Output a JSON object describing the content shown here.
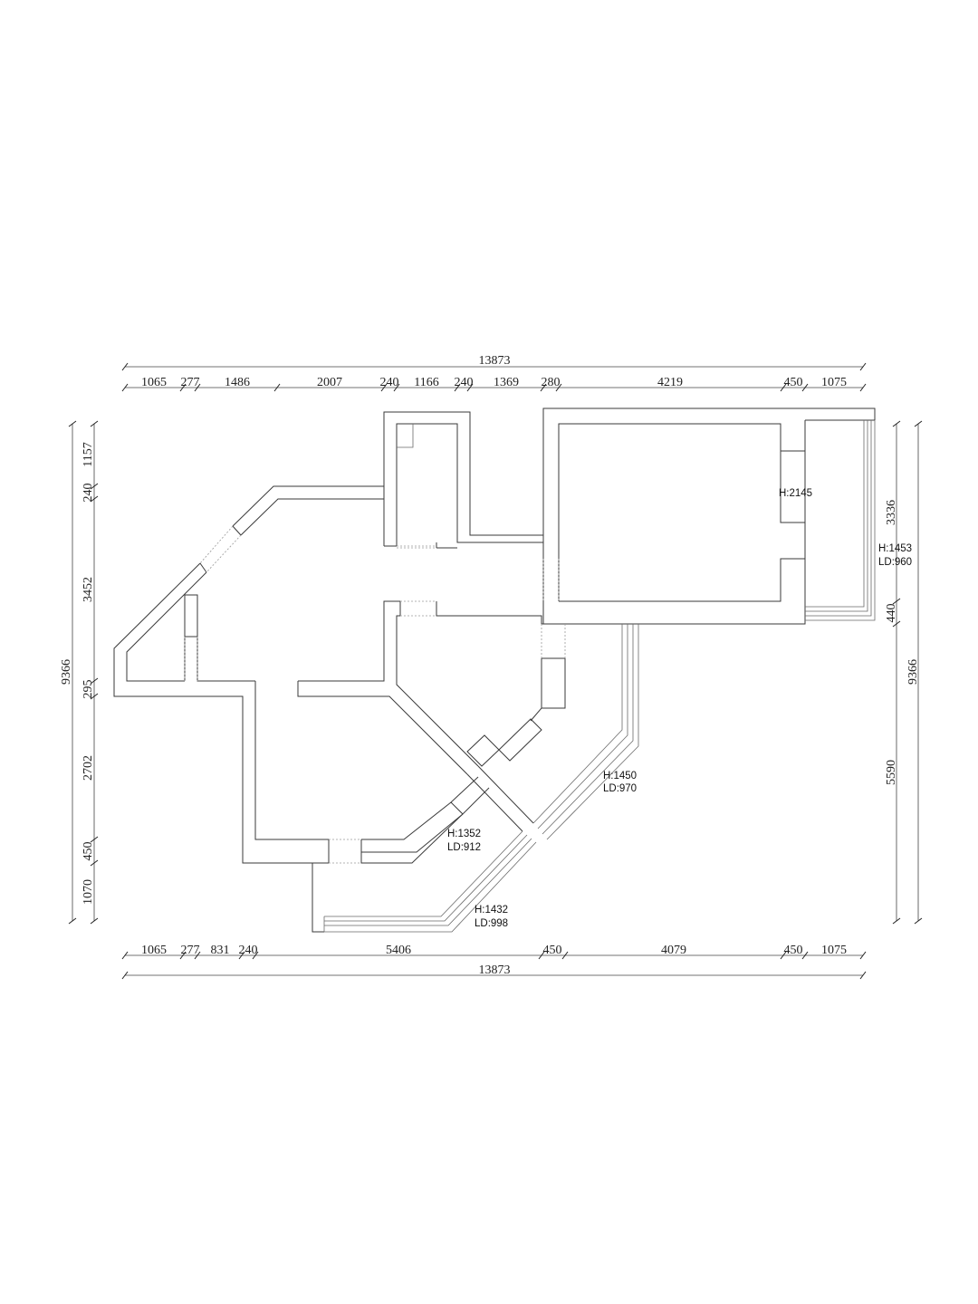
{
  "dimensions": {
    "top_overall": "13873",
    "top_segments": [
      "1065",
      "277",
      "1486",
      "2007",
      "240",
      "1166",
      "240",
      "1369",
      "280",
      "4219",
      "450",
      "1075"
    ],
    "bottom_segments": [
      "1065",
      "277",
      "831",
      "240",
      "5406",
      "450",
      "4079",
      "450",
      "1075"
    ],
    "bottom_overall": "13873",
    "left_segments": [
      "1157",
      "240",
      "3452",
      "295",
      "2702",
      "450",
      "1070"
    ],
    "left_overall": "9366",
    "right_segments": [
      "3336",
      "440",
      "5590"
    ],
    "right_overall": "9366"
  },
  "annotations": {
    "window_h2145": "H:2145",
    "window_right_h": "H:1453",
    "window_right_ld": "LD:960",
    "window_mid_h": "H:1450",
    "window_mid_ld": "LD:970",
    "window_inner_h": "H:1352",
    "window_inner_ld": "LD:912",
    "window_bottom_h": "H:1432",
    "window_bottom_ld": "LD:998"
  }
}
